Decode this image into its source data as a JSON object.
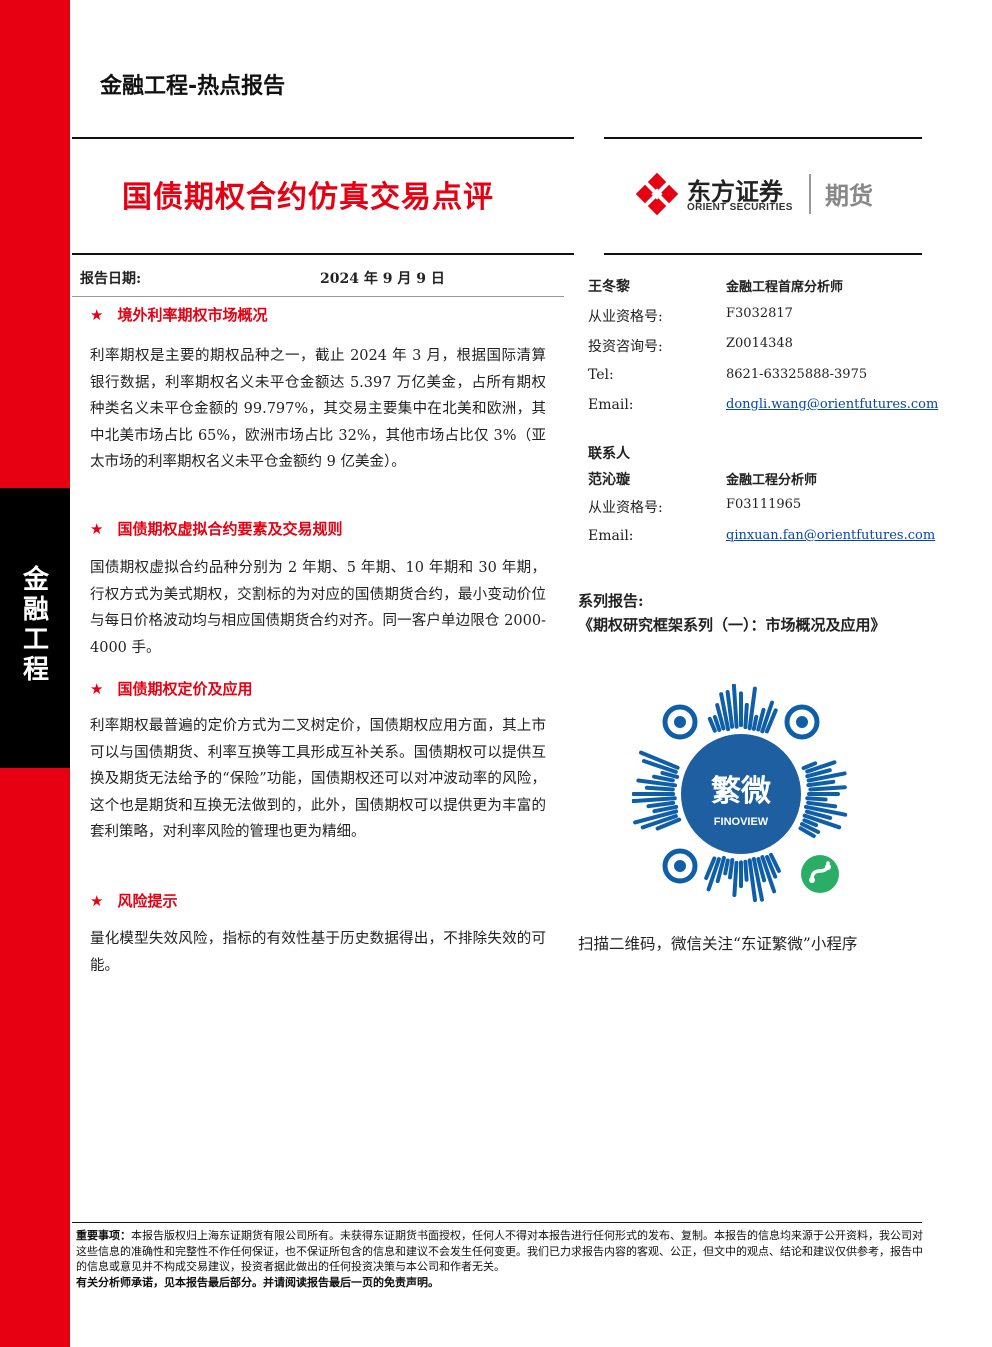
{
  "sidebar": {
    "label": "金融工程"
  },
  "header": {
    "category": "金融工程-热点报告"
  },
  "title": "国债期权合约仿真交易点评",
  "logo": {
    "cn": "东方证券",
    "en": "ORIENT SECURITIES",
    "futures": "期货"
  },
  "report_date": {
    "label": "报告日期:",
    "value": "2024 年 9 月 9 日"
  },
  "sections": [
    {
      "star": "★",
      "heading": "境外利率期权市场概况",
      "body": "利率期权是主要的期权品种之一，截止 2024 年 3 月，根据国际清算银行数据，利率期权名义未平仓金额达 5.397 万亿美金，占所有期权种类名义未平仓金额的 99.797%，其交易主要集中在北美和欧洲，其中北美市场占比 65%，欧洲市场占比 32%，其他市场占比仅 3%（亚太市场的利率期权名义未平仓金额约 9 亿美金）。"
    },
    {
      "star": "★",
      "heading": "国债期权虚拟合约要素及交易规则",
      "body": "国债期权虚拟合约品种分别为 2 年期、5 年期、10 年期和 30 年期，行权方式为美式期权，交割标的为对应的国债期货合约，最小变动价位与每日价格波动均与相应国债期货合约对齐。同一客户单边限仓 2000-4000 手。"
    },
    {
      "star": "★",
      "heading": "国债期权定价及应用",
      "body": "利率期权最普遍的定价方式为二叉树定价，国债期权应用方面，其上市可以与国债期货、利率互换等工具形成互补关系。国债期权可以提供互换及期货无法给予的“保险”功能，国债期权还可以对冲波动率的风险，这个也是期货和互换无法做到的，此外，国债期权可以提供更为丰富的套利策略，对利率风险的管理也更为精细。"
    },
    {
      "star": "★",
      "heading": "风险提示",
      "body": "量化模型失效风险，指标的有效性基于历史数据得出，不排除失效的可能。"
    }
  ],
  "analysts": {
    "primary": {
      "name": "王冬黎",
      "role": "金融工程首席分析师",
      "cert_label": "从业资格号:",
      "cert": "F3032817",
      "consult_label": "投资咨询号:",
      "consult": "Z0014348",
      "tel_label": "Tel:",
      "tel": "8621-63325888-3975",
      "email_label": "Email:",
      "email": "dongli.wang@orientfutures.com"
    },
    "contact_label": "联系人",
    "secondary": {
      "name": "范沁璇",
      "role": "金融工程分析师",
      "cert_label": "从业资格号:",
      "cert": "F03111965",
      "email_label": "Email:",
      "email": "qinxuan.fan@orientfutures.com"
    }
  },
  "series": {
    "label": "系列报告:",
    "title": "《期权研究框架系列（一）：市场概况及应用》"
  },
  "qr": {
    "center_cn": "繁微",
    "center_en": "FINOVIEW",
    "caption": "扫描二维码，微信关注“东证繁微”小程序"
  },
  "disclaimer": {
    "lead": "重要事项：",
    "text": "本报告版权归上海东证期货有限公司所有。未获得东证期货书面授权，任何人不得对本报告进行任何形式的发布、复制。本报告的信息均来源于公开资料，我公司对这些信息的准确性和完整性不作任何保证，也不保证所包含的信息和建议不会发生任何变更。我们已力求报告内容的客观、公正，但文中的观点、结论和建议仅供参考，报告中的信息或意见并不构成交易建议，投资者据此做出的任何投资决策与本公司和作者无关。",
    "footer": "有关分析师承诺，见本报告最后部分。并请阅读报告最后一页的免责声明。"
  },
  "colors": {
    "accent": "#e60012",
    "sidebar_dark": "#000000",
    "link": "#0645ad"
  }
}
